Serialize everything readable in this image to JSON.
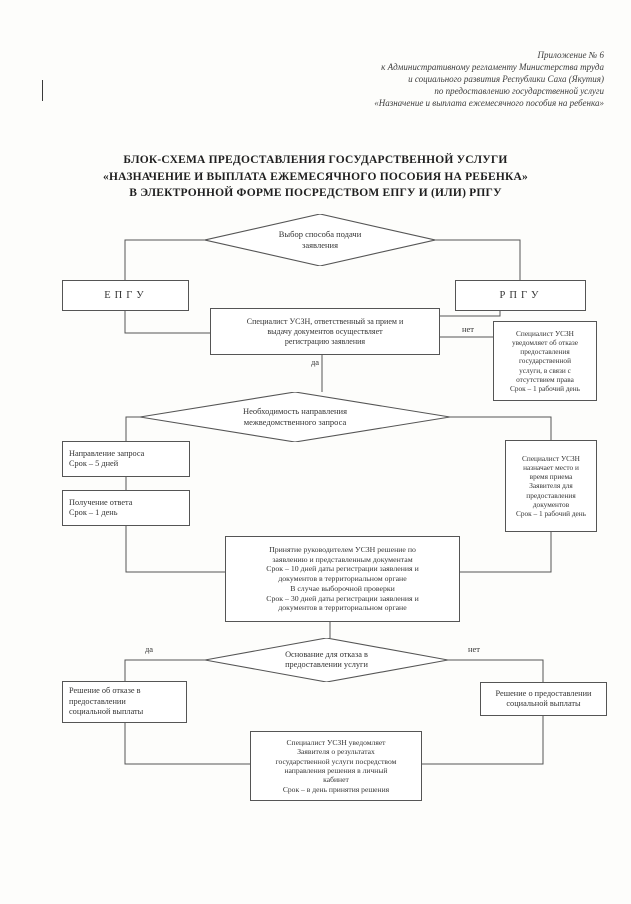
{
  "document": {
    "annex_note_lines": [
      "Приложение № 6",
      "к Административному регламенту Министерства труда",
      "и социального развития Республики Саха (Якутия)",
      "по предоставлению государственной услуги",
      "«Назначение и выплата ежемесячного пособия на ребенка»"
    ],
    "title_lines": [
      "БЛОК-СХЕМА ПРЕДОСТАВЛЕНИЯ ГОСУДАРСТВЕННОЙ УСЛУГИ",
      "«НАЗНАЧЕНИЕ И ВЫПЛАТА ЕЖЕМЕСЯЧНОГО ПОСОБИЯ НА РЕБЕНКА»",
      "В ЭЛЕКТРОННОЙ ФОРМЕ ПОСРЕДСТВОМ ЕПГУ И (ИЛИ) РПГУ"
    ]
  },
  "flowchart": {
    "nodes": {
      "start": "Выбор способа подачи\nзаявления",
      "epgu": "ЕПГУ",
      "rpgu": "РПГУ",
      "registration": "Специалист УСЗН, ответственный за прием и\nвыдачу документов осуществляет\nрегистрацию заявления",
      "refusal_notice": "Специалист УСЗН\nуведомляет об отказе\nпредоставления\nгосударственной\nуслуги, в связи с\nотсутствием права\nСрок – 1 рабочий день",
      "interagency": "Необходимость направления\nмежведомственного запроса",
      "send_request": "Направление запроса\nСрок – 5 дней",
      "receive_response": "Получение ответа\nСрок – 1 день",
      "appointment": "Специалист УСЗН\nназначает место и\nвремя приема\nЗаявителя для\nпредоставления\nдокументов\nСрок – 1 рабочий день",
      "decision": "Принятие руководителем УСЗН решение по\nзаявлению и представленным документам\nСрок – 10 дней даты регистрации заявления и\nдокументов в территориальном органе\nВ случае выборочной проверки\nСрок – 30 дней даты регистрации заявления и\nдокументов в территориальном органе",
      "refusal_grounds": "Основание для отказа в\nпредоставлении услуги",
      "refusal_decision": "Решение об отказе в\nпредоставлении\nсоциальной выплаты",
      "grant_decision": "Решение о предоставлении\nсоциальной выплаты",
      "notification": "Специалист УСЗН  уведомляет\nЗаявителя  о результатах\nгосударственной услуги посредством\nнаправления решения в личный\nкабинет\nСрок – в день принятия решения"
    },
    "labels": {
      "yes1": "да",
      "no1": "нет",
      "yes2": "да",
      "no2": "нет"
    }
  },
  "colors": {
    "paper": "#fdfdfb",
    "ink": "#333333",
    "line": "#555555"
  }
}
